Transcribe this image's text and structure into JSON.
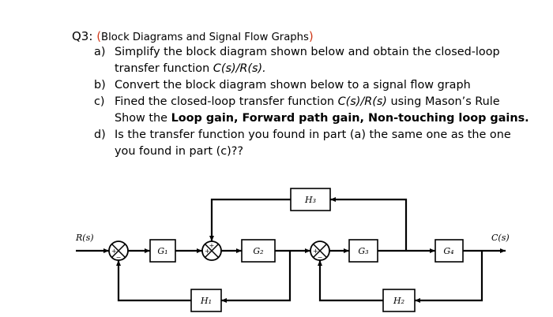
{
  "question": {
    "number": "Q3:",
    "paren_open": "(",
    "topic": "Block Diagrams and Signal Flow Graphs",
    "paren_close": ")",
    "parts": [
      {
        "label": "a)",
        "line1": "Simplify the block diagram shown below and obtain the closed-loop",
        "line2_prefix": "transfer function ",
        "line2_math": "C(s)/R(s).",
        "line2_suffix": ""
      },
      {
        "label": "b)",
        "line1": "Convert the block diagram shown below to a signal flow graph"
      },
      {
        "label": "c)",
        "line1_prefix": "Fined the closed-loop transfer function ",
        "line1_math": "C(s)/R(s)",
        "line1_suffix": " using Mason’s Rule",
        "line2_prefix": "Show the ",
        "line2_bold": "Loop gain, Forward path gain, Non-touching loop gains."
      },
      {
        "label": "d)",
        "line1": "Is the transfer function you found in part (a) the same one as the one",
        "line2": "you found in part (c)??"
      }
    ]
  },
  "diagram": {
    "input_label": "R(s)",
    "output_label": "C(s)",
    "blocks": {
      "g1": "G₁",
      "g2": "G₂",
      "g3": "G₃",
      "g4": "G₄",
      "h1": "H₁",
      "h2": "H₂",
      "h3": "H₃"
    },
    "sign_plus": "+",
    "sign_minus": "−"
  }
}
